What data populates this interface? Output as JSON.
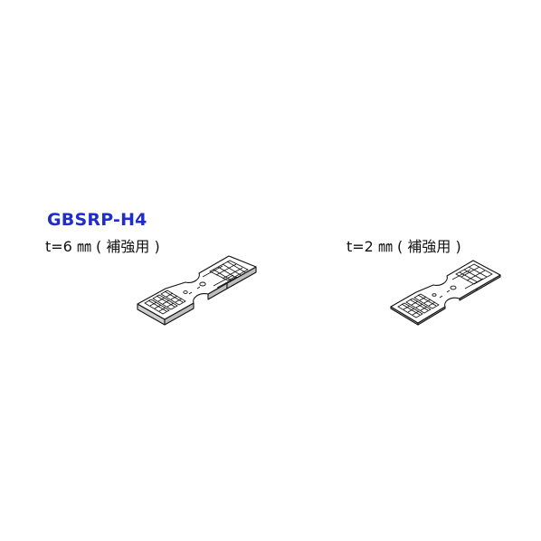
{
  "product": {
    "code": "GBSRP-H4",
    "code_color": "#1f2ec8"
  },
  "variants": [
    {
      "label": "t=6 ㎜ ( 補強用 )",
      "thickness": "thick"
    },
    {
      "label": "t=2 ㎜ ( 補強用 )",
      "thickness": "thin"
    }
  ]
}
